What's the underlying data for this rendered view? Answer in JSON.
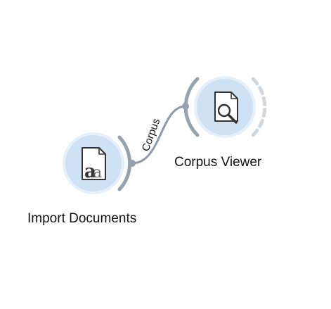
{
  "workflow": {
    "nodes": [
      {
        "id": "import-documents",
        "label": "Import Documents",
        "icon": "text-document-icon"
      },
      {
        "id": "corpus-viewer",
        "label": "Corpus Viewer",
        "icon": "document-magnifier-icon"
      }
    ],
    "links": [
      {
        "from": "import-documents",
        "to": "corpus-viewer",
        "label": "Corpus"
      }
    ]
  },
  "colors": {
    "node_fill": "#cfe1f5",
    "node_halo": "#e6f0fa",
    "anchor": "#97a2ad",
    "link": "#8f9aa5",
    "inactive_anchor": "#d2d7dc",
    "icon_stroke": "#333333"
  }
}
